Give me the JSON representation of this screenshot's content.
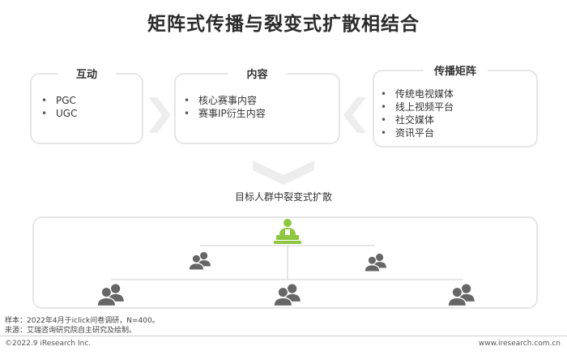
{
  "title": "矩阵式传播与裂变式扩散相结合",
  "boxes": {
    "interaction": {
      "title": "互动",
      "items": [
        "PGC",
        "UGC"
      ]
    },
    "content": {
      "title": "内容",
      "items": [
        "核心赛事内容",
        "赛事IP衍生内容"
      ]
    },
    "matrix": {
      "title": "传播矩阵",
      "items": [
        "传统电视媒体",
        "线上视频平台",
        "社交媒体",
        "资讯平台"
      ]
    }
  },
  "bullet": "•",
  "target_label": "目标人群中裂变式扩散",
  "icons": {
    "speaker": "speaker-at-podium-icon",
    "group": "user-group-icon"
  },
  "colors": {
    "accent": "#8dc63f",
    "icon_gray": "#666666",
    "chevron": "#ededed",
    "border": "#e6e6e6"
  },
  "notes": {
    "sample": "样本：2022年4月于iclick问卷调研，N=400。",
    "source": "来源：艾瑞咨询研究院自主研究及绘制。"
  },
  "footer": {
    "copyright": "©2022.9 iResearch Inc.",
    "website": "www.iresearch.com.cn"
  }
}
